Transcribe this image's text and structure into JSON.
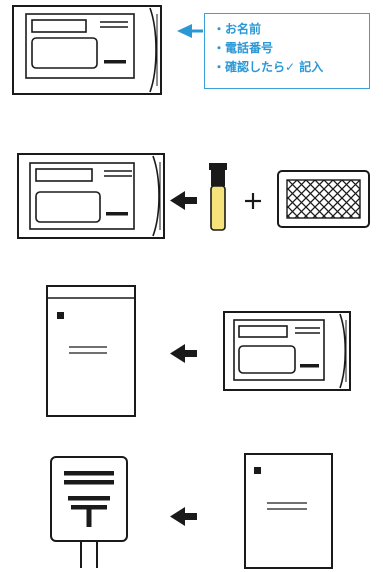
{
  "note": {
    "items": [
      "お名前",
      "電話番号",
      "確認したら✓ 記入"
    ]
  },
  "colors": {
    "accent": "#2b98d6",
    "stroke": "#1a1a1a",
    "tube_fill": "#f5e27a"
  },
  "icons": [
    "envelope-icon",
    "arrow-left-icon",
    "sample-tube-icon",
    "plus-icon",
    "absorbent-sheet-icon",
    "return-envelope-icon",
    "mail-document-icon",
    "postbox-icon"
  ]
}
